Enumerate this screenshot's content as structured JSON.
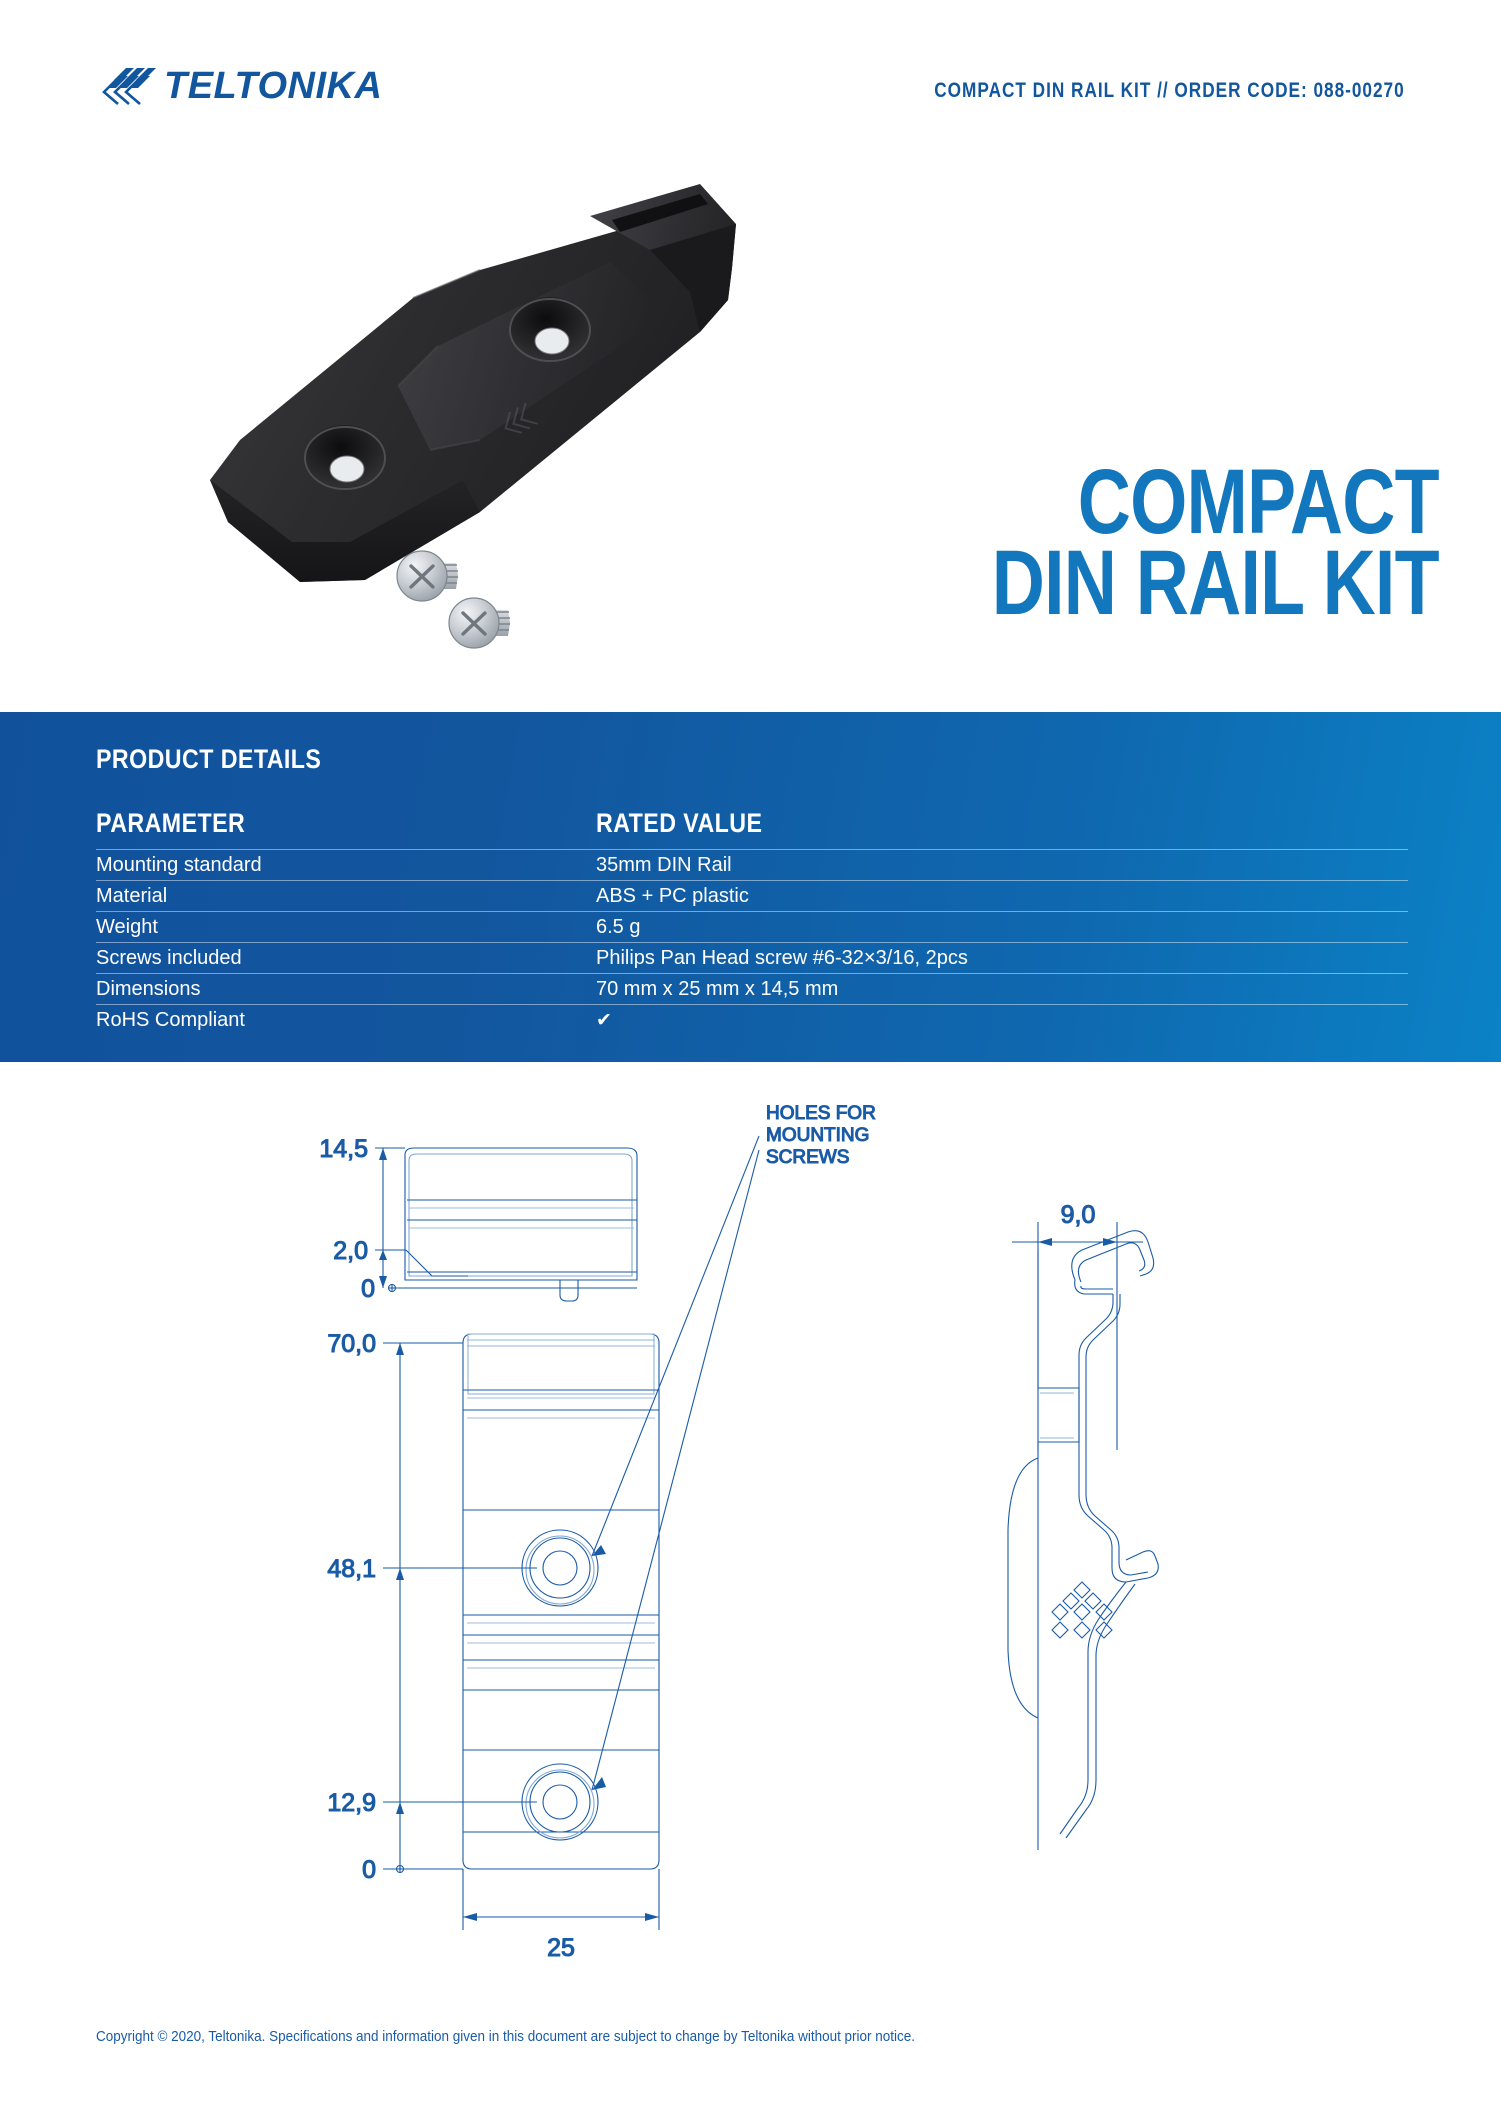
{
  "header": {
    "logo_text": "TELTONIKA",
    "logo_icon": "teltonika-chevrons-icon",
    "order_line": "COMPACT DIN RAIL KIT // ORDER CODE: 088-00270"
  },
  "hero": {
    "line1": "COMPACT",
    "line2": "DIN RAIL KIT"
  },
  "product_photo": {
    "alt": "Black compact DIN rail clip with two mounting screws"
  },
  "details": {
    "section_title": "PRODUCT DETAILS",
    "columns": [
      "PARAMETER",
      "RATED VALUE"
    ],
    "rows": [
      {
        "parameter": "Mounting standard",
        "value": "35mm DIN Rail"
      },
      {
        "parameter": "Material",
        "value": "ABS + PC plastic"
      },
      {
        "parameter": "Weight",
        "value": "6.5 g"
      },
      {
        "parameter": "Screws included",
        "value": "Philips Pan Head screw #6-32×3/16, 2pcs"
      },
      {
        "parameter": "Dimensions",
        "value": "70 mm x 25 mm x 14,5 mm"
      },
      {
        "parameter": "RoHS Compliant",
        "value": "✔"
      }
    ]
  },
  "drawing": {
    "annotation": "HOLES FOR MOUNTING SCREWS",
    "annotation_lines": [
      "HOLES FOR",
      "MOUNTING",
      "SCREWS"
    ],
    "top_view_dims": [
      "14,5",
      "2,0",
      "0"
    ],
    "front_view_dims": [
      "70,0",
      "48,1",
      "12,9",
      "0"
    ],
    "width_dim": "25",
    "side_view_dim": "9,0",
    "logo_emboss": "teltonika-chevrons-icon"
  },
  "footer": {
    "copyright": "Copyright © 2020, Teltonika. Specifications and information given in this document are subject to change by Teltonika without prior notice."
  },
  "colors": {
    "brand_dark_blue": "#12569e",
    "brand_blue": "#1277bd",
    "banner_left": "#11519c",
    "banner_right": "#0b82c6",
    "drawing_line": "#1a5ba6",
    "product_black": "#2b2b2d"
  }
}
